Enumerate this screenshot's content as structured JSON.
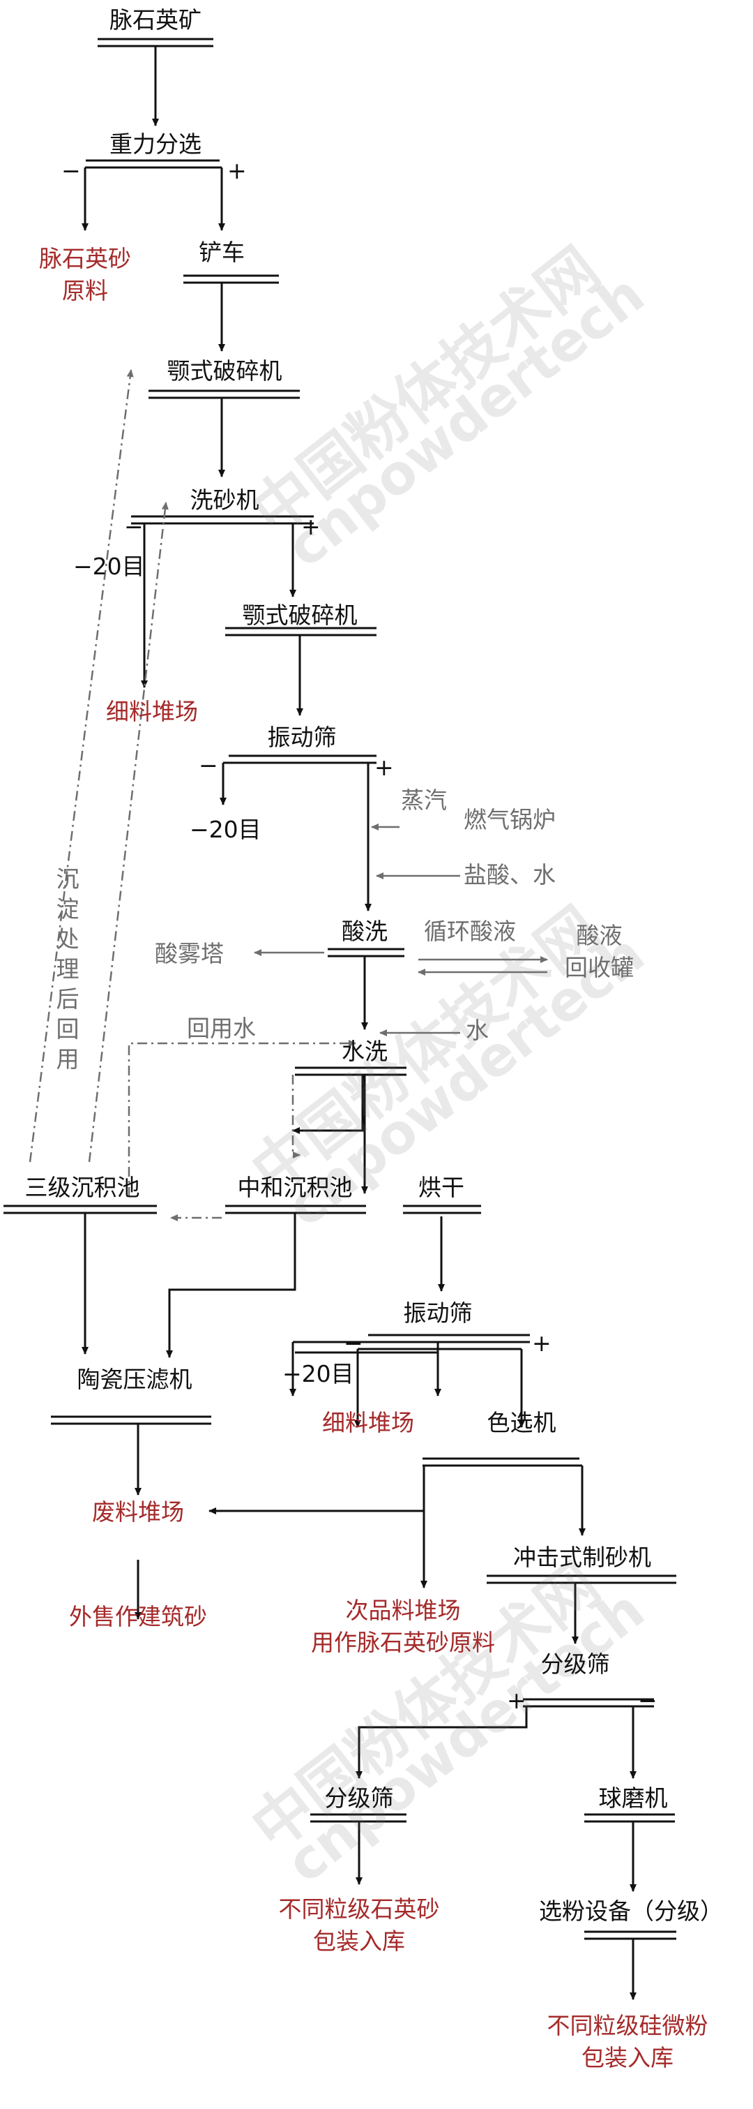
{
  "nodes": {
    "vein_quartz_ore": "脉石英矿",
    "gravity_separation": "重力分选",
    "vein_quartz_sand_raw": "脉石英砂\n原料",
    "shovel_car": "铲车",
    "jaw_crusher_1": "颚式破碎机",
    "sand_washer": "洗砂机",
    "jaw_crusher_2": "颚式破碎机",
    "fine_material_yard_1": "细料堆场",
    "vibrating_screen_1": "振动筛",
    "steam": "蒸汽",
    "gas_boiler": "燃气锅炉",
    "hcl_water": "盐酸、水",
    "acid_wash": "酸洗",
    "recycled_acid": "循环酸液",
    "acid_recovery_tank": "酸液\n回收罐",
    "acid_mist_tower": "酸雾塔",
    "reused_water": "回用水",
    "water": "水",
    "water_wash": "水洗",
    "settling_reuse": "沉淀处理后回用",
    "three_stage_settling_tank": "三级沉积池",
    "neutralization_tank": "中和沉积池",
    "drying": "烘干",
    "vibrating_screen_2": "振动筛",
    "ceramic_filter_press": "陶瓷压滤机",
    "fine_material_yard_2": "细料堆场",
    "color_sorter": "色选机",
    "waste_yard": "废料堆场",
    "impact_sand_maker": "冲击式制砂机",
    "sold_as_building_sand": "外售作建筑砂",
    "secondary_material_yard": "次品料堆场\n用作脉石英砂原料",
    "grading_screen_1": "分级筛",
    "grading_screen_2": "分级筛",
    "ball_mill": "球磨机",
    "quartz_sand_products": "不同粒级石英砂\n包装入库",
    "powder_classifier": "选粉设备（分级）",
    "silicon_micropowder_products": "不同粒级硅微粉\n包装入库"
  },
  "signs": {
    "minus": "−",
    "plus": "+",
    "mesh_20_a": "−20目",
    "mesh_20_b": "−20目",
    "mesh_20_c": "−20目"
  },
  "watermarks": [
    "中国粉体技术网",
    "cnpowdertech"
  ],
  "colors": {
    "main": "#111111",
    "product": "#a52a2a",
    "auxiliary": "#6e6e6e"
  }
}
